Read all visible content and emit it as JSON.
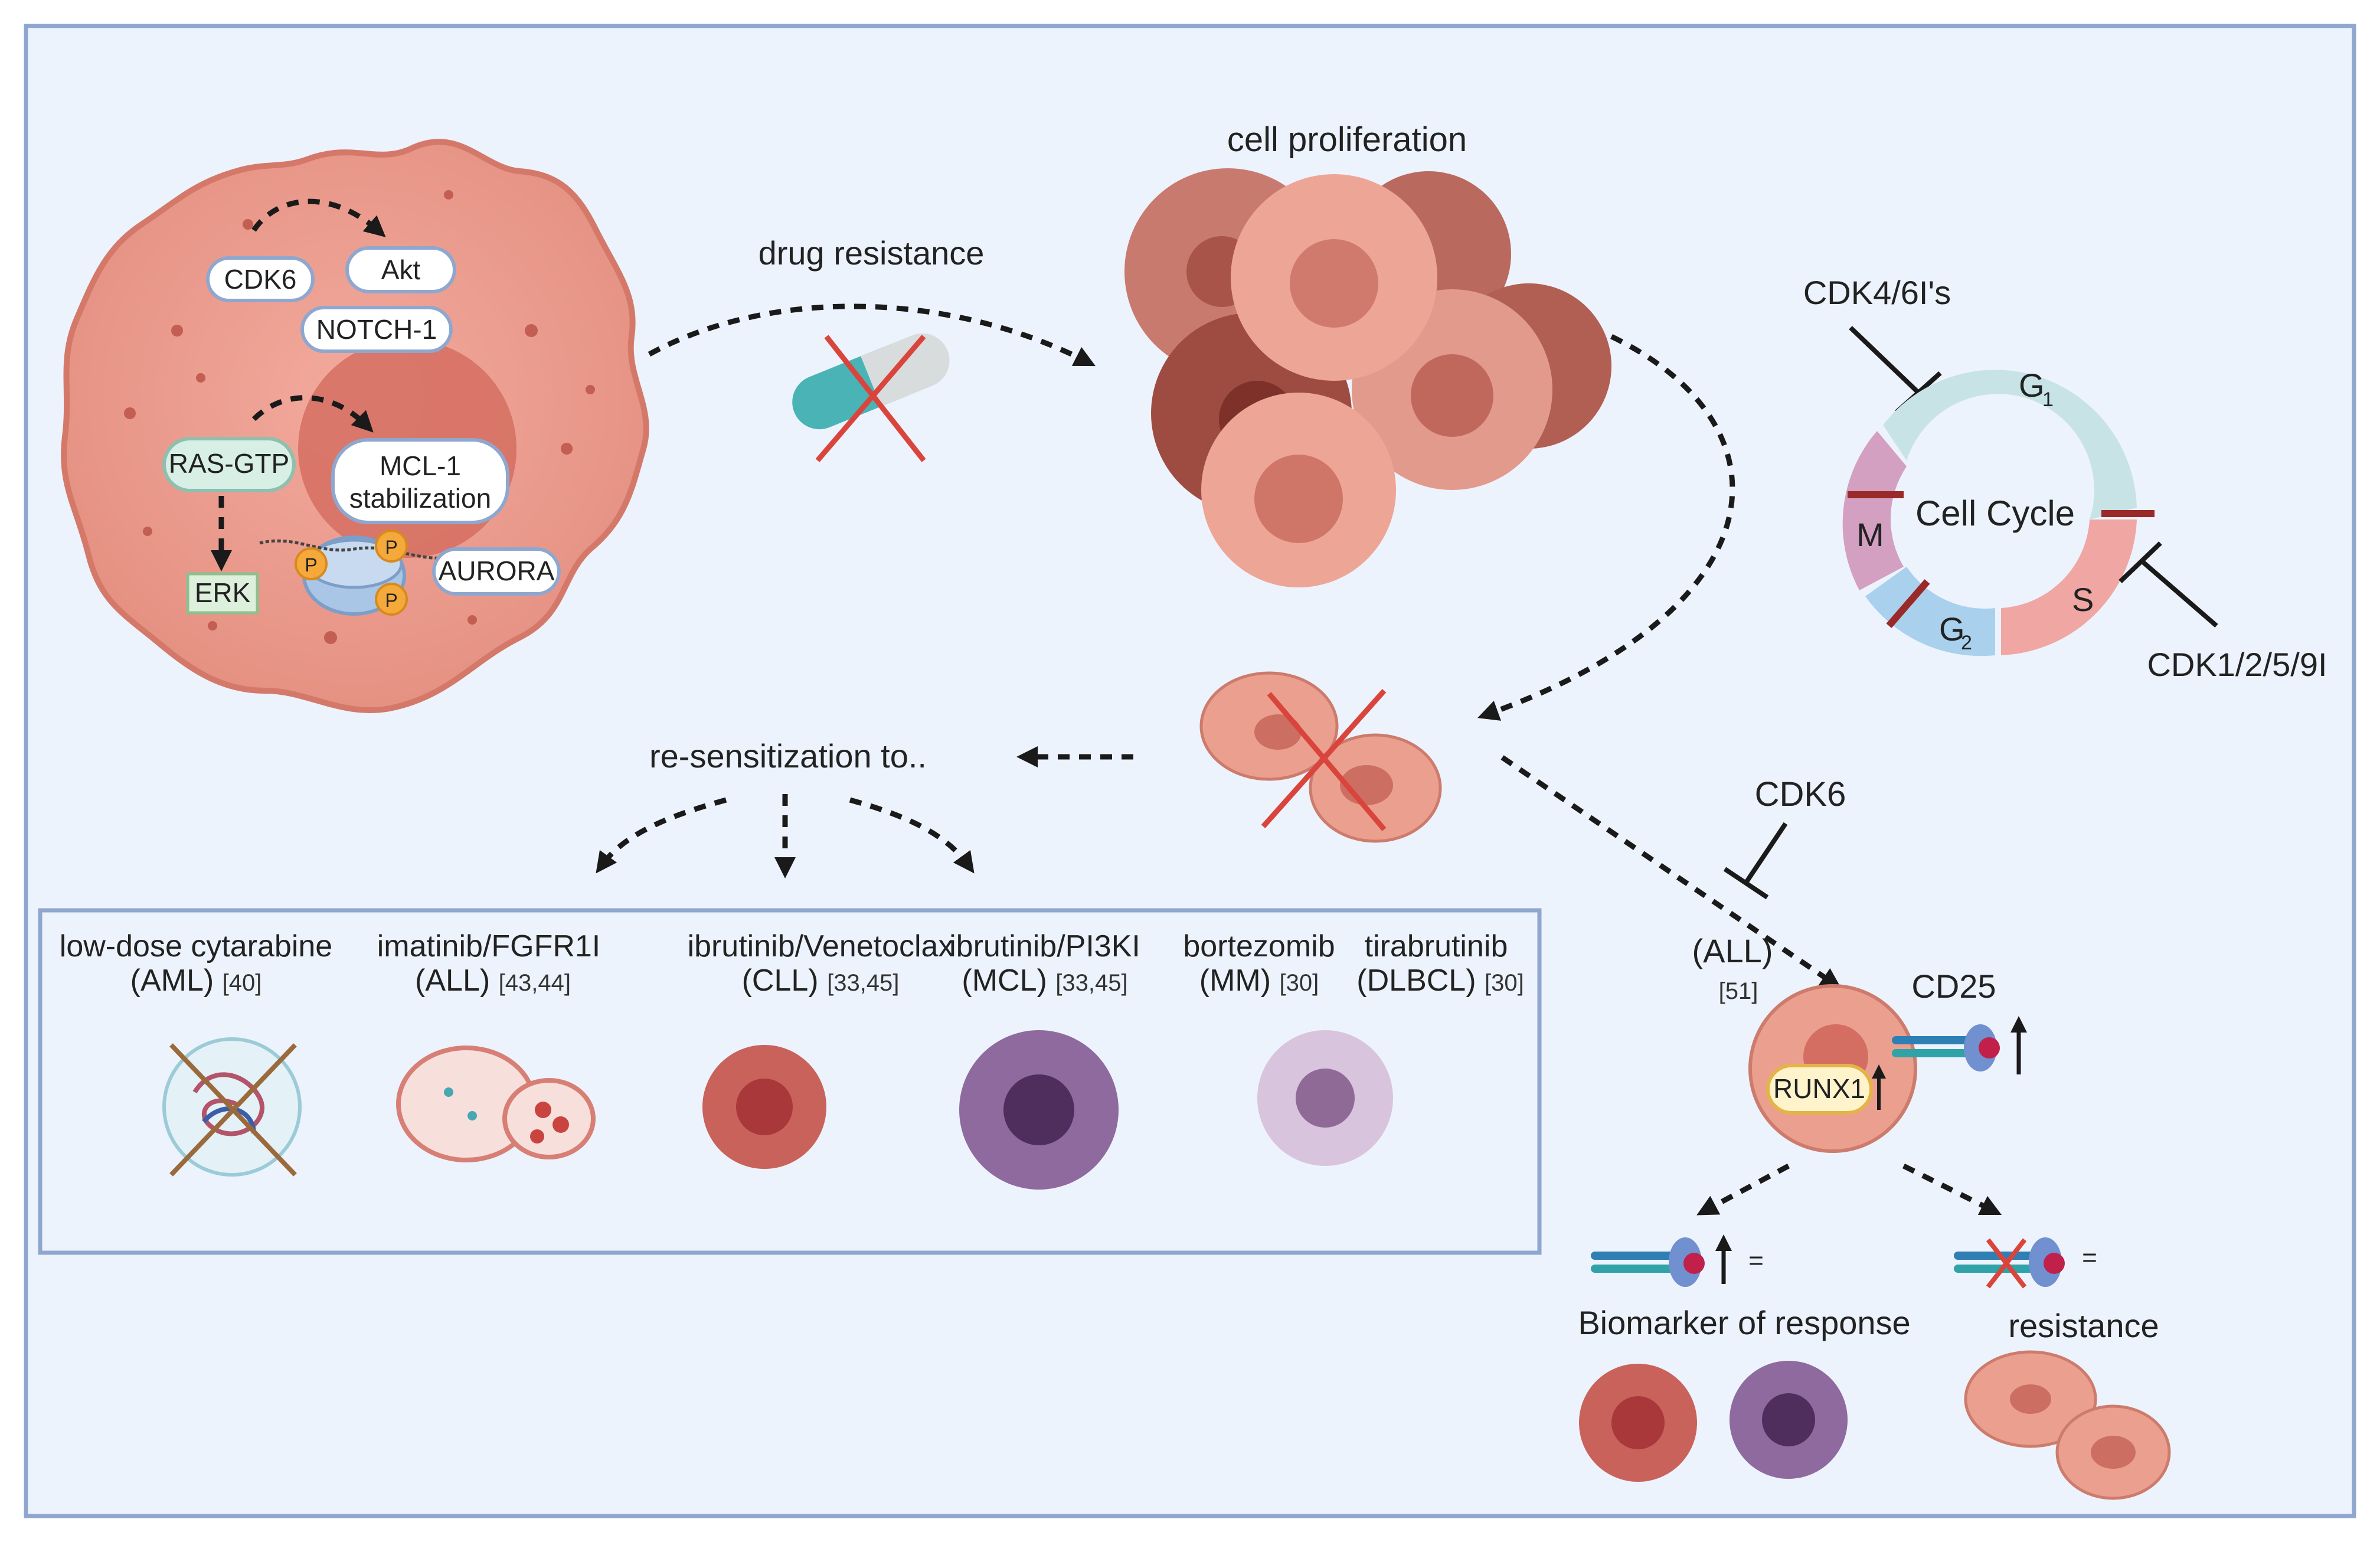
{
  "top": {
    "drug_resistance": "drug resistance",
    "cell_proliferation": "cell proliferation",
    "resensitization": "re-sensitization to.."
  },
  "cell": {
    "labels": {
      "cdk6": "CDK6",
      "akt": "Akt",
      "notch1": "NOTCH-1",
      "ras_gtp": "RAS-GTP",
      "mcl1_line1": "MCL-1",
      "mcl1_line2": "stabilization",
      "erk": "ERK",
      "aurora": "AURORA",
      "phospho": "P"
    }
  },
  "cycle": {
    "inhibitor_top": "CDK4/6I's",
    "inhibitor_bottom": "CDK1/2/5/9I",
    "center": "Cell Cycle",
    "g1": "G",
    "g1_sub": "1",
    "s": "S",
    "g2": "G",
    "g2_sub": "2",
    "m": "M"
  },
  "drugs": [
    {
      "name": "low-dose cytarabine",
      "disease": "(AML)",
      "ref": "[40]"
    },
    {
      "name": "imatinib/FGFR1I",
      "disease": "(ALL)",
      "ref": "[43,44]"
    },
    {
      "name": "ibrutinib/Venetoclax",
      "disease": "(CLL)",
      "ref": "[33,45]"
    },
    {
      "name": "ibrutinib/PI3KI",
      "disease": "(MCL)",
      "ref": "[33,45]"
    },
    {
      "name": "bortezomib",
      "disease": "(MM)",
      "ref": "[30]"
    },
    {
      "name": "tirabrutinib",
      "disease": "(DLBCL)",
      "ref": "[30]"
    }
  ],
  "right": {
    "cdk6": "CDK6",
    "all": "(ALL)",
    "all_ref": "[51]",
    "cd25": "CD25",
    "runx1": "RUNX1",
    "equals": "=",
    "biomarker": "Biomarker of response",
    "resistance": "resistance"
  },
  "colors": {
    "background": "#edf3fc",
    "frame": "#8fa7cf",
    "cell_pink": "#e8978a",
    "cell_edge": "#cf7566",
    "nucleus": "#c9645a",
    "cross_red": "#d9453c"
  }
}
